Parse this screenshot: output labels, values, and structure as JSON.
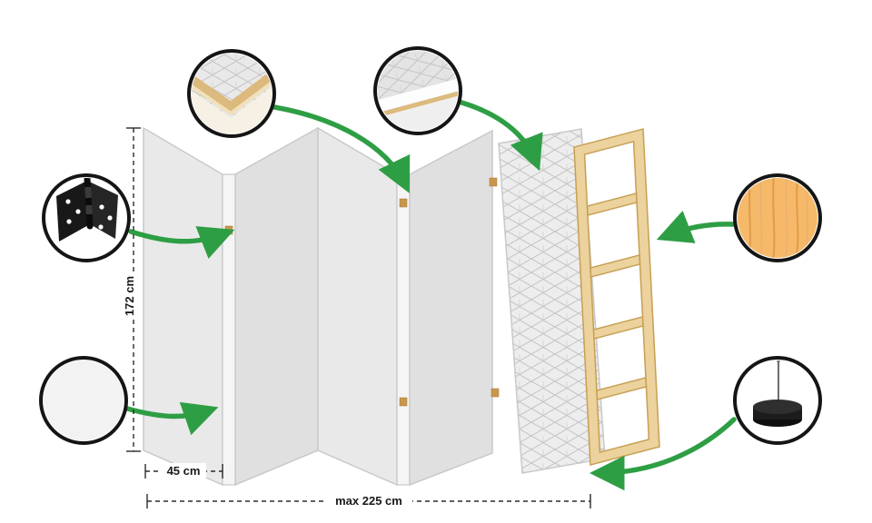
{
  "dims": {
    "height": "172 cm",
    "panel_width": "45 cm",
    "max_width": "max 225 cm"
  },
  "colors": {
    "accent_green": "#2e9e44",
    "panel_gray": "#e9e9e9",
    "panel_gray_dark": "#e0e0e0",
    "panel_edge": "#f5f5f5",
    "wood_frame": "#ecd29d",
    "wood_texture": "#f5b969",
    "outline_black": "#151515",
    "dimension_line": "#2b2b2b"
  },
  "icons": {
    "frame_corner": "frame-corner-detail-icon",
    "panel_edge": "panel-edge-detail-icon",
    "hinge": "hinge-icon",
    "fabric_texture": "fabric-texture-icon",
    "wood_texture": "wood-texture-icon",
    "foot_pad": "foot-pad-icon",
    "arrow": "green-curved-arrow-icon"
  }
}
